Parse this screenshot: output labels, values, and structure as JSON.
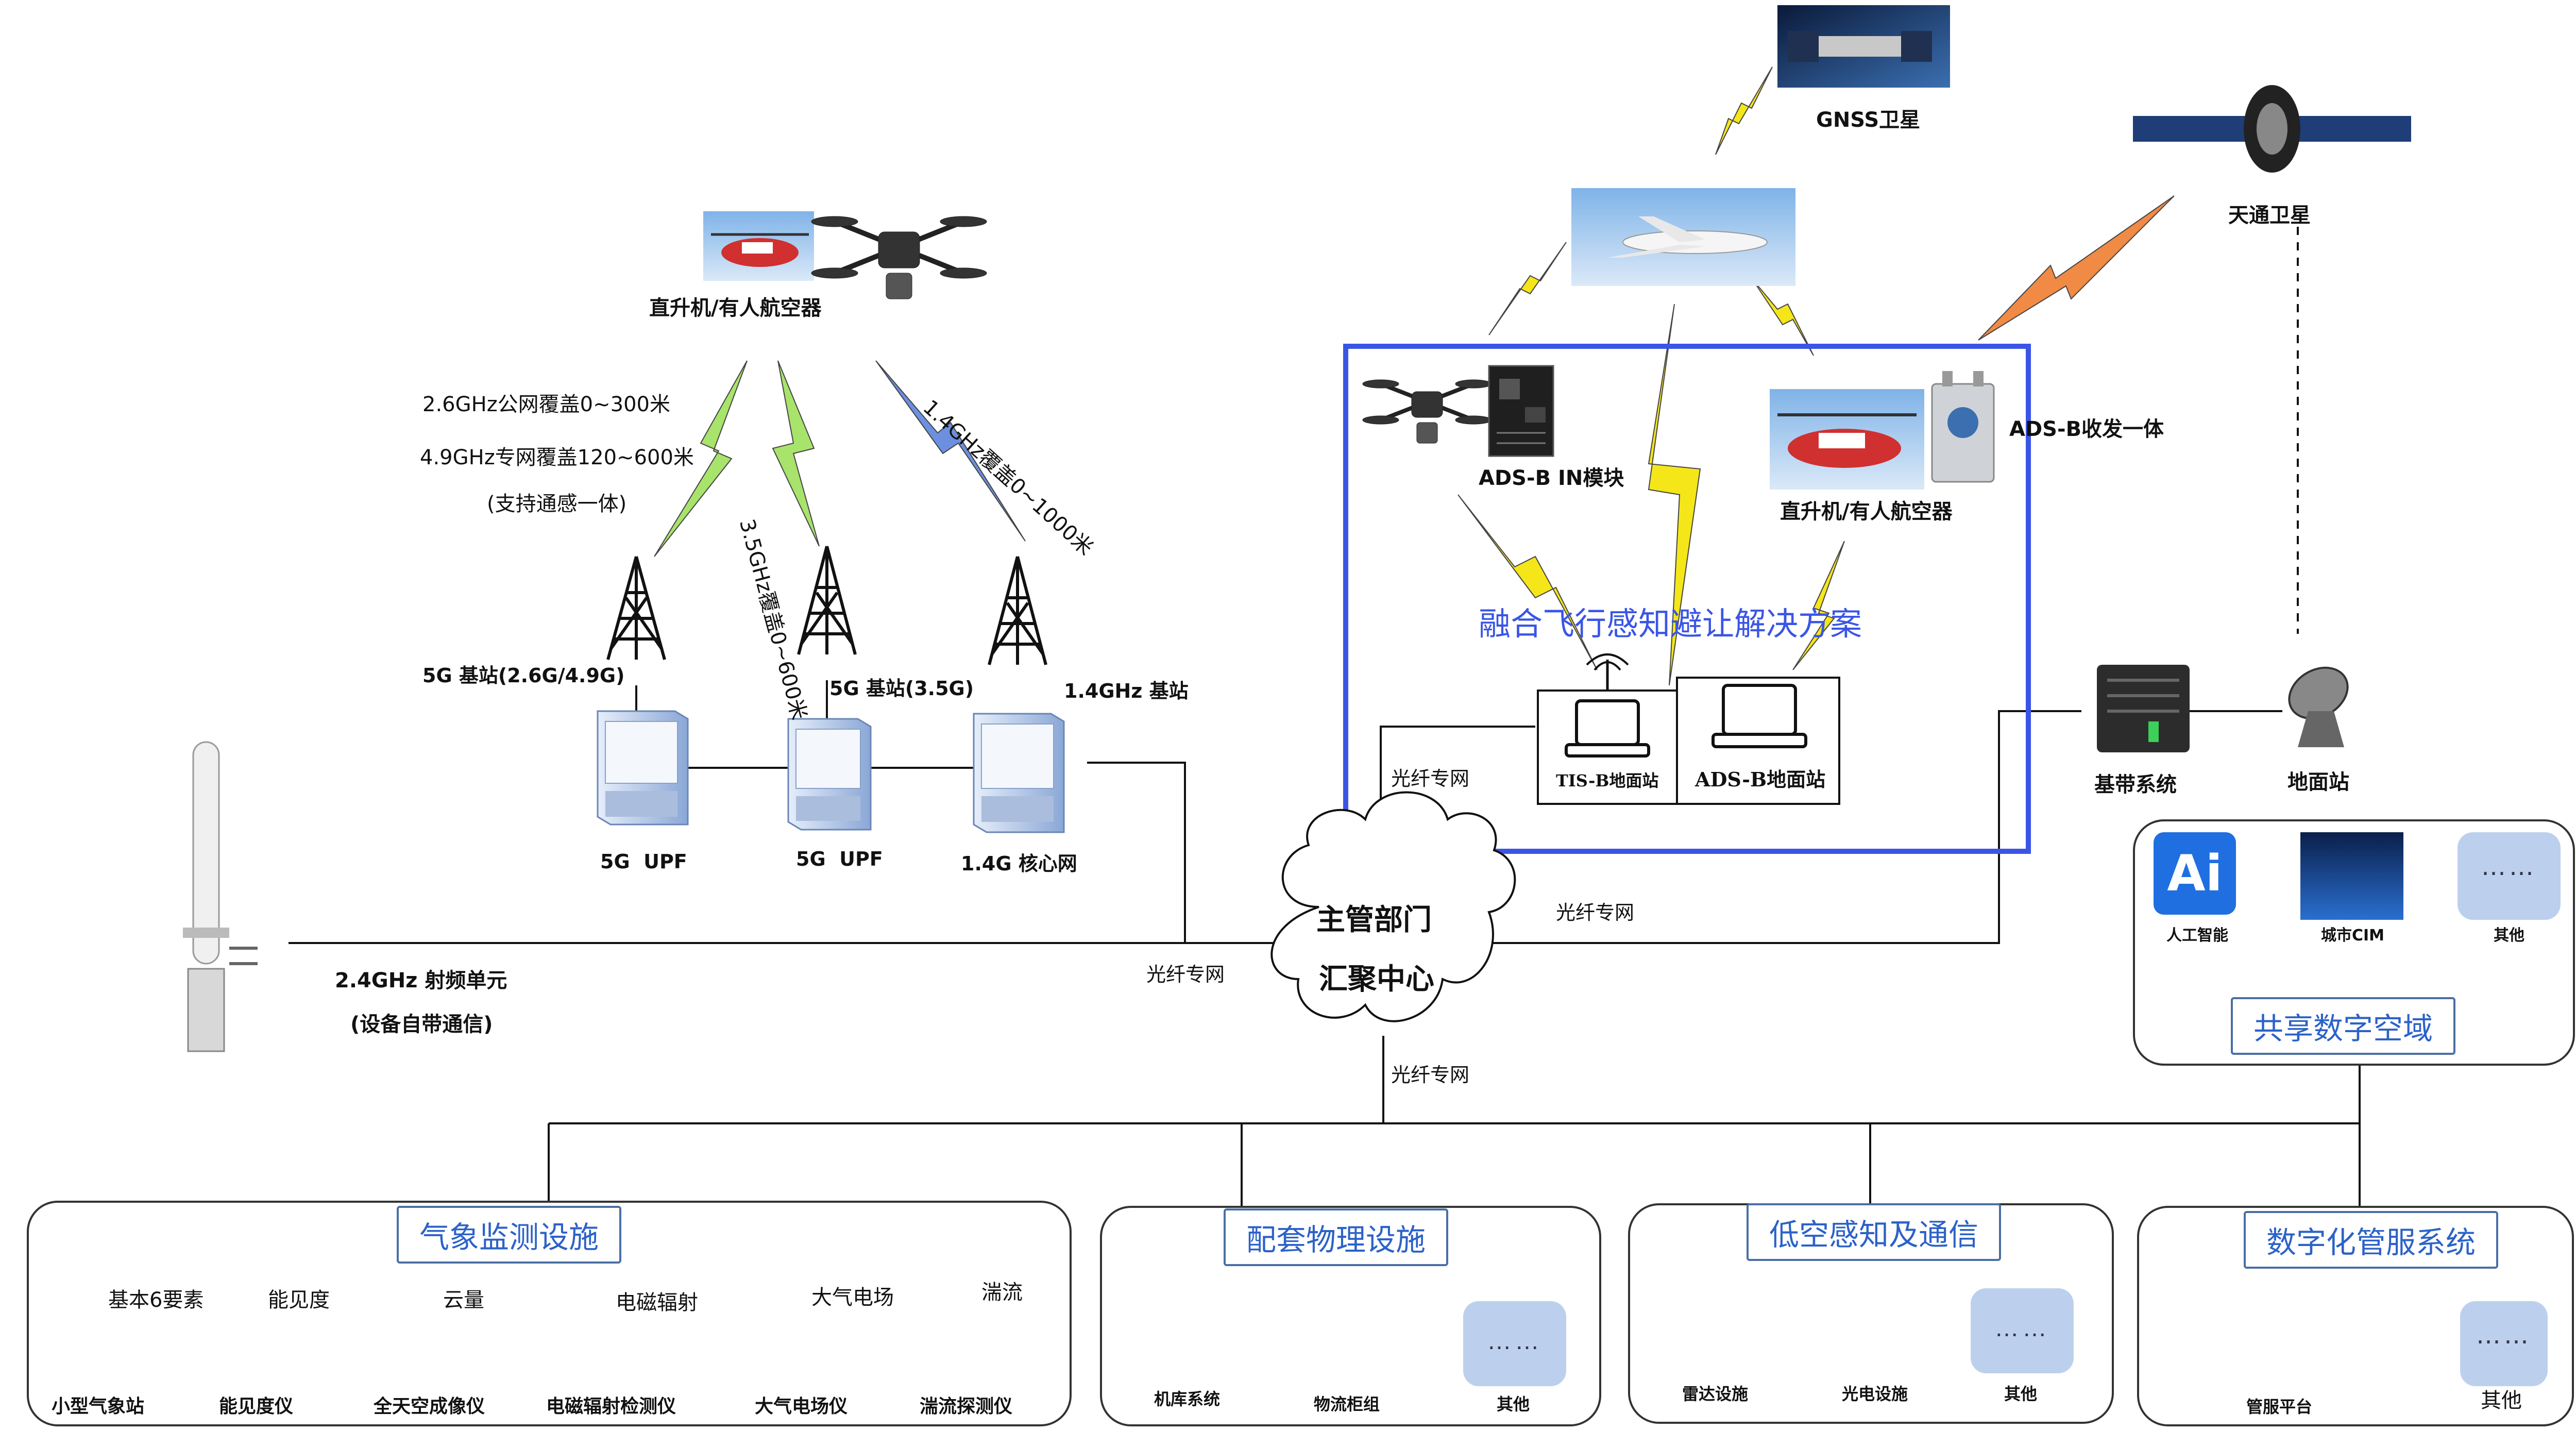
{
  "colors": {
    "line": "#111111",
    "highlight_box": "#3a55e6",
    "solution_text": "#3a55e6",
    "panel_title": "#2c62c8",
    "lightning_yellow": "#f5e61a",
    "lightning_green": "#a8e36b",
    "lightning_blue": "#6c8fe0",
    "lightning_orange": "#f08a45",
    "placeholder_box": "#bcd0ee"
  },
  "top": {
    "gnss": "GNSS卫星",
    "tiantong": "天通卫星",
    "aircraft_left": "直升机/有人航空器",
    "aircraft_right": "直升机/有人航空器",
    "adsb_module": "ADS-B IN模块",
    "adsb_transceiver": "ADS-B收发一体",
    "solution": "融合飞行感知避让解决方案",
    "tisb_station": "TIS-B地面站",
    "adsb_station": "ADS-B地面站",
    "fiber_box": "光纤专网",
    "baseband": "基带系统",
    "ground_station": "地面站"
  },
  "links": {
    "l1_line1": "2.6GHz公网覆盖0~300米",
    "l1_line2": "4.9GHz专网覆盖120~600米",
    "l1_line3": "(支持通感一体)",
    "l2": "3.5GHz覆盖0~600米",
    "l3": "1.4GHz覆盖0~1000米"
  },
  "stations": {
    "bs1": "5G 基站(2.6G/4.9G)",
    "bs2": "5G 基站(3.5G)",
    "bs3": "1.4GHz 基站",
    "upf1": "5G  UPF",
    "upf2": "5G  UPF",
    "core": "1.4G 核心网"
  },
  "rf_unit": {
    "line1": "2.4GHz 射频单元",
    "line2": "(设备自带通信)"
  },
  "center": {
    "line1": "主管部门",
    "line2": "汇聚中心",
    "fiber_left": "光纤专网",
    "fiber_right": "光纤专网",
    "fiber_bottom": "光纤专网"
  },
  "shared": {
    "title": "共享数字空域",
    "items": [
      "人工智能",
      "城市CIM",
      "其他"
    ],
    "ai_mark": "Ai"
  },
  "panels": {
    "meteo": {
      "title": "气象监测设施",
      "tags": [
        "基本6要素",
        "能见度",
        "云量",
        "电磁辐射",
        "大气电场",
        "湍流"
      ],
      "items": [
        "小型气象站",
        "能见度仪",
        "全天空成像仪",
        "电磁辐射检测仪",
        "大气电场仪",
        "湍流探测仪"
      ]
    },
    "physical": {
      "title": "配套物理设施",
      "items": [
        "机库系统",
        "物流柜组",
        "其他"
      ],
      "placeholder": "……"
    },
    "sensing": {
      "title": "低空感知及通信",
      "items": [
        "雷达设施",
        "光电设施",
        "其他"
      ],
      "placeholder": "……"
    },
    "digital": {
      "title": "数字化管服系统",
      "items": [
        "管服平台",
        "其他"
      ]
    }
  }
}
